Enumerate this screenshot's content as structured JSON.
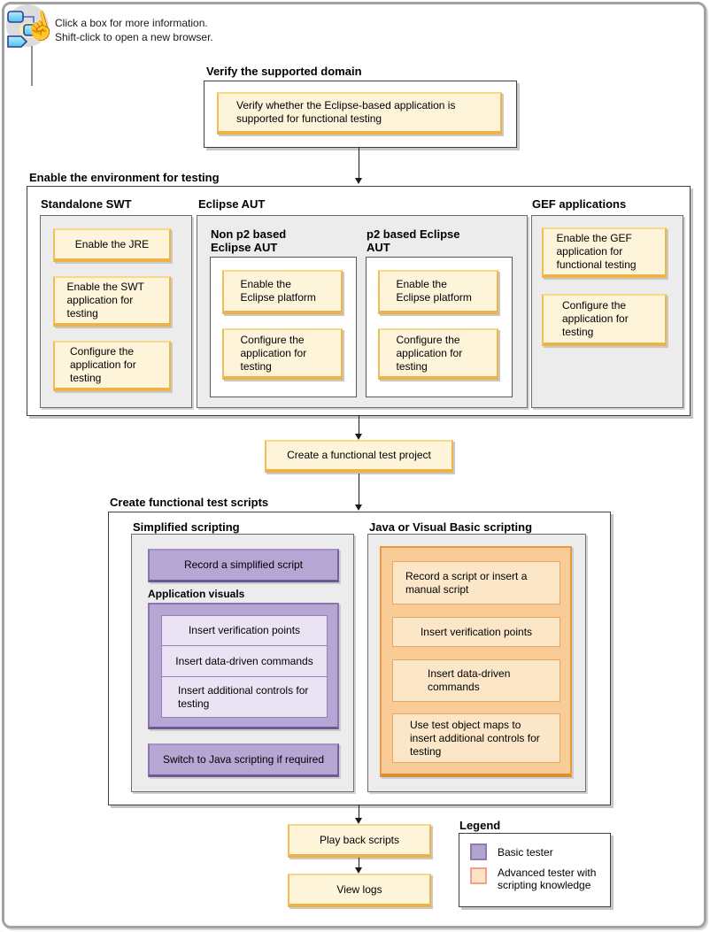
{
  "note": {
    "line1": "Click a box for more information.",
    "line2": "Shift-click to open a new browser."
  },
  "icons": {
    "flowchart_click_icon": "flowchart with hand cursor",
    "hand_glyph": "☝"
  },
  "verify": {
    "heading": "Verify the supported domain",
    "button": "Verify whether the Eclipse-based application is supported for functional testing"
  },
  "enable_env": {
    "heading": "Enable the environment for testing",
    "standalone_swt": {
      "heading": "Standalone SWT",
      "buttons": [
        "Enable the JRE",
        "Enable the SWT application for testing",
        "Configure the application for testing"
      ]
    },
    "eclipse_aut": {
      "heading": "Eclipse AUT",
      "non_p2": {
        "heading": "Non p2 based Eclipse AUT",
        "buttons": [
          "Enable the Eclipse platform",
          "Configure the application for testing"
        ]
      },
      "p2": {
        "heading": "p2 based Eclipse AUT",
        "buttons": [
          "Enable the Eclipse platform",
          "Configure the application for testing"
        ]
      }
    },
    "gef": {
      "heading": "GEF applications",
      "buttons": [
        "Enable the GEF application for functional testing",
        "Configure the application for testing"
      ]
    }
  },
  "create_project": {
    "button": "Create a functional test project"
  },
  "scripts": {
    "heading": "Create functional test scripts",
    "simplified": {
      "heading": "Simplified scripting",
      "record_button": "Record a simplified script",
      "app_visuals": {
        "heading": "Application visuals",
        "items": [
          "Insert verification points",
          "Insert data-driven commands",
          "Insert additional controls for testing"
        ]
      },
      "switch_button": "Switch to Java scripting if required"
    },
    "java_vb": {
      "heading": "Java or Visual Basic scripting",
      "buttons": [
        "Record a script or insert a manual script",
        "Insert verification points",
        "Insert data-driven commands",
        "Use test object maps to insert additional controls for testing"
      ]
    }
  },
  "playback": {
    "button": "Play back scripts"
  },
  "view_logs": {
    "button": "View logs"
  },
  "legend": {
    "heading": "Legend",
    "items": [
      {
        "label": "Basic tester",
        "fill": "#b3a4cf",
        "border": "#8d7ab5"
      },
      {
        "label": "Advanced tester with scripting knowledge",
        "fill": "#fce4c4",
        "border": "#f0a08c"
      }
    ]
  },
  "colors": {
    "task_box_fill": "#fdf4d9",
    "task_box_border": "#edb347",
    "basic_tester_fill": "#b5a6d3",
    "basic_tester_border": "#6d5896",
    "basic_tester_light": "#eae3f3",
    "advanced_tester_fill": "#f9cb97",
    "advanced_tester_border": "#eb9a41",
    "advanced_tester_light": "#fbe7c8",
    "panel_fill": "#ececec",
    "frame_border": "#a2a2a2"
  }
}
